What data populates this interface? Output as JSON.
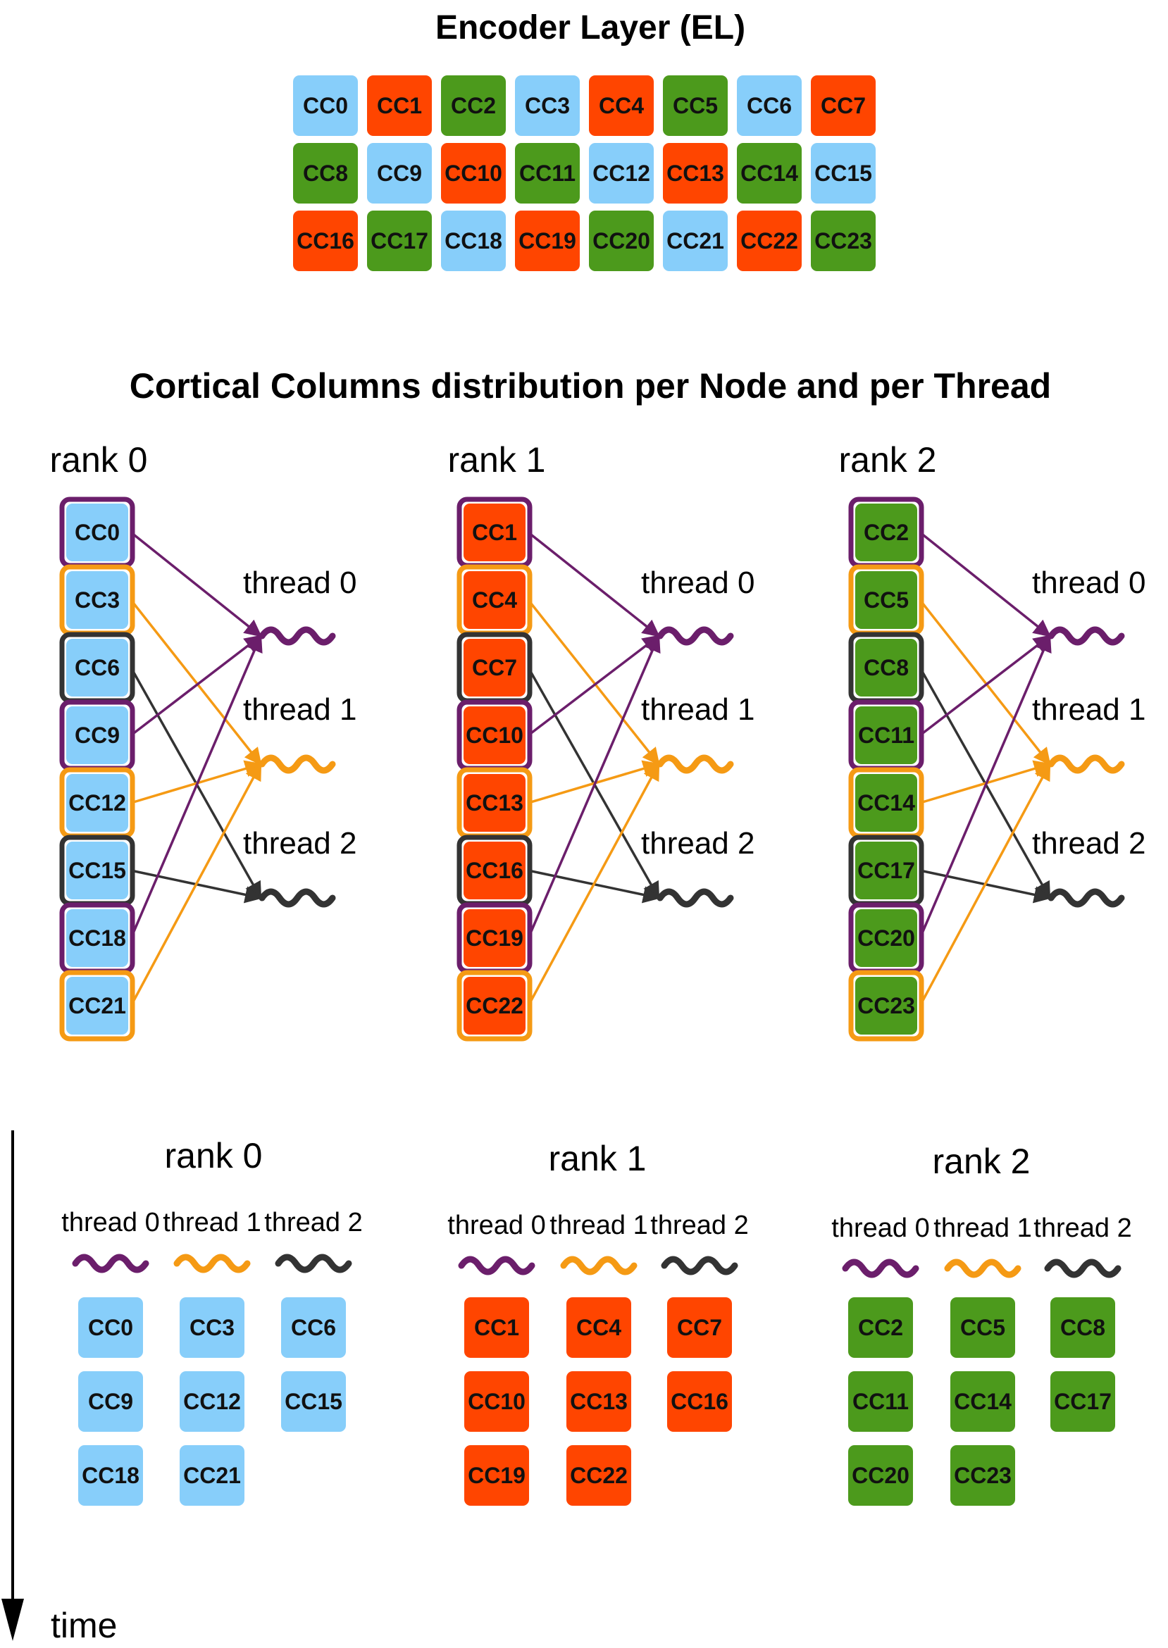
{
  "titles": {
    "encoder": "Encoder Layer (EL)",
    "distribution": "Cortical Columns distribution per Node and per Thread"
  },
  "time_label": "time",
  "colors": {
    "blue": "#87CEFA",
    "red": "#FF4500",
    "green": "#4C9A1C",
    "thread0": "#6B1E6B",
    "thread1": "#F59A14",
    "thread2": "#333333"
  },
  "encoder_grid": [
    [
      {
        "label": "CC0",
        "color": "blue"
      },
      {
        "label": "CC1",
        "color": "red"
      },
      {
        "label": "CC2",
        "color": "green"
      },
      {
        "label": "CC3",
        "color": "blue"
      },
      {
        "label": "CC4",
        "color": "red"
      },
      {
        "label": "CC5",
        "color": "green"
      },
      {
        "label": "CC6",
        "color": "blue"
      },
      {
        "label": "CC7",
        "color": "red"
      }
    ],
    [
      {
        "label": "CC8",
        "color": "green"
      },
      {
        "label": "CC9",
        "color": "blue"
      },
      {
        "label": "CC10",
        "color": "red"
      },
      {
        "label": "CC11",
        "color": "green"
      },
      {
        "label": "CC12",
        "color": "blue"
      },
      {
        "label": "CC13",
        "color": "red"
      },
      {
        "label": "CC14",
        "color": "green"
      },
      {
        "label": "CC15",
        "color": "blue"
      }
    ],
    [
      {
        "label": "CC16",
        "color": "red"
      },
      {
        "label": "CC17",
        "color": "green"
      },
      {
        "label": "CC18",
        "color": "blue"
      },
      {
        "label": "CC19",
        "color": "red"
      },
      {
        "label": "CC20",
        "color": "green"
      },
      {
        "label": "CC21",
        "color": "blue"
      },
      {
        "label": "CC22",
        "color": "red"
      },
      {
        "label": "CC23",
        "color": "green"
      }
    ]
  ],
  "ranks": [
    {
      "label": "rank 0",
      "color": "blue",
      "columns": [
        {
          "label": "CC0",
          "thread": 0
        },
        {
          "label": "CC3",
          "thread": 1
        },
        {
          "label": "CC6",
          "thread": 2
        },
        {
          "label": "CC9",
          "thread": 0
        },
        {
          "label": "CC12",
          "thread": 1
        },
        {
          "label": "CC15",
          "thread": 2
        },
        {
          "label": "CC18",
          "thread": 0
        },
        {
          "label": "CC21",
          "thread": 1
        }
      ],
      "threads": [
        {
          "label": "thread 0",
          "columns": [
            "CC0",
            "CC9",
            "CC18"
          ]
        },
        {
          "label": "thread 1",
          "columns": [
            "CC3",
            "CC12",
            "CC21"
          ]
        },
        {
          "label": "thread 2",
          "columns": [
            "CC6",
            "CC15"
          ]
        }
      ]
    },
    {
      "label": "rank 1",
      "color": "red",
      "columns": [
        {
          "label": "CC1",
          "thread": 0
        },
        {
          "label": "CC4",
          "thread": 1
        },
        {
          "label": "CC7",
          "thread": 2
        },
        {
          "label": "CC10",
          "thread": 0
        },
        {
          "label": "CC13",
          "thread": 1
        },
        {
          "label": "CC16",
          "thread": 2
        },
        {
          "label": "CC19",
          "thread": 0
        },
        {
          "label": "CC22",
          "thread": 1
        }
      ],
      "threads": [
        {
          "label": "thread 0",
          "columns": [
            "CC1",
            "CC10",
            "CC19"
          ]
        },
        {
          "label": "thread 1",
          "columns": [
            "CC4",
            "CC13",
            "CC22"
          ]
        },
        {
          "label": "thread 2",
          "columns": [
            "CC7",
            "CC16"
          ]
        }
      ]
    },
    {
      "label": "rank 2",
      "color": "green",
      "columns": [
        {
          "label": "CC2",
          "thread": 0
        },
        {
          "label": "CC5",
          "thread": 1
        },
        {
          "label": "CC8",
          "thread": 2
        },
        {
          "label": "CC11",
          "thread": 0
        },
        {
          "label": "CC14",
          "thread": 1
        },
        {
          "label": "CC17",
          "thread": 2
        },
        {
          "label": "CC20",
          "thread": 0
        },
        {
          "label": "CC23",
          "thread": 1
        }
      ],
      "threads": [
        {
          "label": "thread 0",
          "columns": [
            "CC2",
            "CC11",
            "CC20"
          ]
        },
        {
          "label": "thread 1",
          "columns": [
            "CC5",
            "CC14",
            "CC23"
          ]
        },
        {
          "label": "thread 2",
          "columns": [
            "CC8",
            "CC17"
          ]
        }
      ]
    }
  ]
}
